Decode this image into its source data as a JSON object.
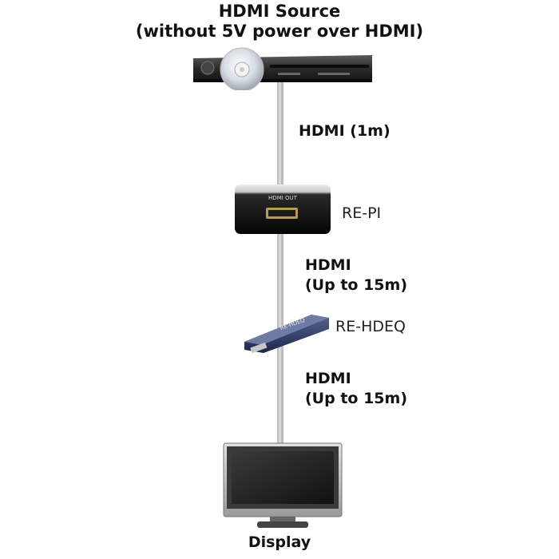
{
  "source": {
    "title_line1": "HDMI Source",
    "title_line2": "(without 5V power over HDMI)"
  },
  "cables": [
    {
      "line1": "HDMI (1m)",
      "line2": ""
    },
    {
      "line1": "HDMI",
      "line2": "(Up to 15m)"
    },
    {
      "line1": "HDMI",
      "line2": "(Up to 15m)"
    }
  ],
  "devices": {
    "repi": {
      "label": "RE-PI",
      "port_text": "HDMI OUT"
    },
    "rehdeq": {
      "label": "RE-HDEQ",
      "body_text": "RE-HDEQ"
    }
  },
  "display": {
    "title": "Display"
  },
  "colors": {
    "cable": "#b8b8b8",
    "device_dark": "#1a1a1a",
    "accent_blue": "#2a3a6a"
  }
}
